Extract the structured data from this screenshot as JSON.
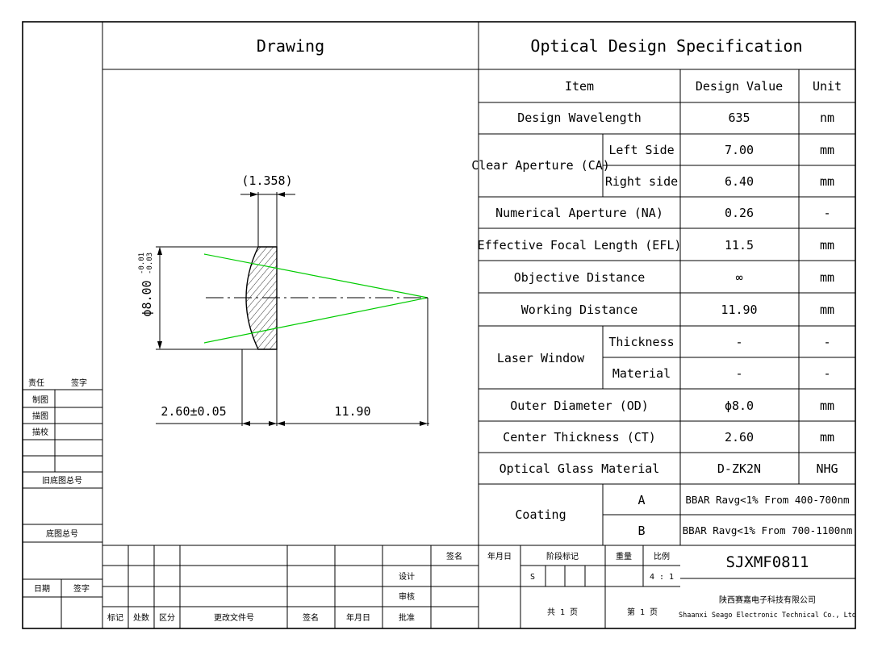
{
  "drawing_title": "Drawing",
  "spec_title": "Optical Design Specification",
  "spec": {
    "header": {
      "item": "Item",
      "value": "Design Value",
      "unit": "Unit"
    },
    "rows": [
      {
        "item": "Design Wavelength",
        "value": "635",
        "unit": "nm"
      },
      {
        "item": "Clear Aperture (CA)",
        "sub": "Left Side",
        "value": "7.00",
        "unit": "mm"
      },
      {
        "sub": "Right side",
        "value": "6.40",
        "unit": "mm"
      },
      {
        "item": "Numerical Aperture (NA)",
        "value": "0.26",
        "unit": "-"
      },
      {
        "item": "Effective Focal Length (EFL)",
        "value": "11.5",
        "unit": "mm"
      },
      {
        "item": "Objective Distance",
        "value": "∞",
        "unit": "mm"
      },
      {
        "item": "Working Distance",
        "value": "11.90",
        "unit": "mm"
      },
      {
        "item": "Laser Window",
        "sub": "Thickness",
        "value": "-",
        "unit": "-"
      },
      {
        "sub": "Material",
        "value": "-",
        "unit": "-"
      },
      {
        "item": "Outer Diameter (OD)",
        "value": "ϕ8.0",
        "unit": "mm"
      },
      {
        "item": "Center Thickness (CT)",
        "value": "2.60",
        "unit": "mm"
      },
      {
        "item": "Optical Glass Material",
        "value": "D-ZK2N",
        "unit": "NHG"
      },
      {
        "item": "Coating",
        "sub": "A",
        "value": "BBAR Ravg<1% From 400-700nm"
      },
      {
        "sub": "B",
        "value": "BBAR Ravg<1% From 700-1100nm"
      }
    ]
  },
  "dims": {
    "ct_ref": "(1.358)",
    "diameter": "ϕ8.00",
    "diam_tol_upper": "-0.01",
    "diam_tol_lower": "-0.03",
    "thickness": "2.60±0.05",
    "working": "11.90"
  },
  "left_block": {
    "responsibility": "责任",
    "signature": "签字",
    "drafting": "制图",
    "tracing": "描图",
    "trace_check": "描校",
    "old_base_no": "旧底图总号",
    "base_no": "底图总号",
    "date": "日期",
    "signature2": "签字"
  },
  "title_block": {
    "cols": [
      "标记",
      "处数",
      "区分",
      "更改文件号",
      "签名",
      "年月日"
    ],
    "sign": "签名",
    "date": "年月日",
    "design": "设计",
    "review": "审核",
    "approve": "批准",
    "stage_mark": "阶段标记",
    "weight": "重量",
    "scale_label": "比例",
    "stage_s": "S",
    "scale": "4 : 1",
    "total_pages": "共 1 页",
    "page_no": "第 1 页",
    "part_no": "SJXMF0811",
    "company_cn": "陕西赛嘉电子科技有限公司",
    "company_en": "Shaanxi Seago Electronic Technical Co., Ltd"
  },
  "colors": {
    "ray": "#00cc00",
    "line": "#000000"
  }
}
